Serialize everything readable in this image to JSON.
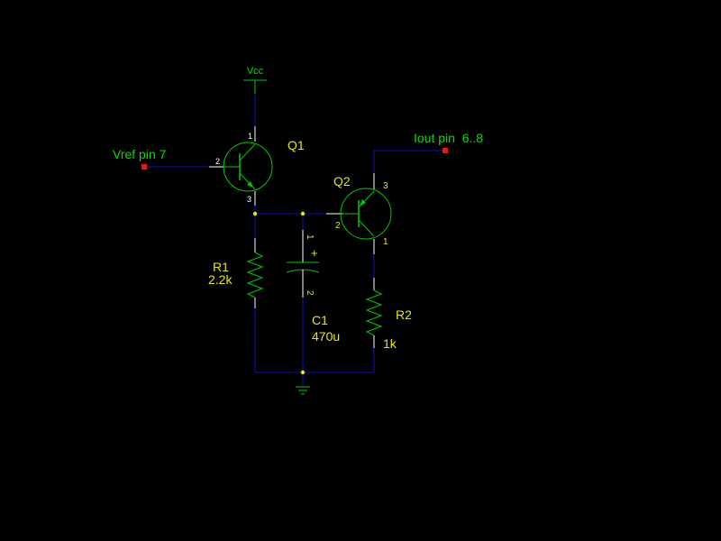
{
  "colors": {
    "background": "#000000",
    "wire": "#1010c8",
    "component": "#00c800",
    "pin_stub": "#ffffff",
    "designator": "#e8e800",
    "port_text": "#00e000",
    "junction": "#e8e800",
    "port_marker": "#ff1010"
  },
  "power": {
    "vcc_label": "Vcc",
    "ground_icon": "ground-icon"
  },
  "ports": {
    "vref": {
      "label": "Vref pin 7"
    },
    "iout": {
      "label": "Iout pin  6..8"
    }
  },
  "q1": {
    "designator": "Q1",
    "pin_collector": "1",
    "pin_base": "2",
    "pin_emitter": "3"
  },
  "q2": {
    "designator": "Q2",
    "pin_collector": "3",
    "pin_base": "2",
    "pin_emitter": "1"
  },
  "r1": {
    "designator": "R1",
    "value": "2.2k"
  },
  "r2": {
    "designator": "R2",
    "value": "1k"
  },
  "c1": {
    "designator": "C1",
    "value": "470u",
    "pin_1": "1",
    "pin_2": "2",
    "polarity": "+"
  }
}
